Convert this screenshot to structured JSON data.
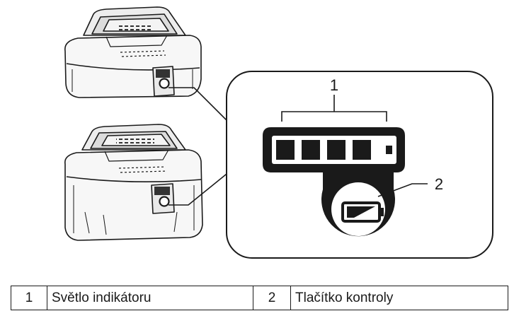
{
  "callouts": {
    "indicator_number": "1",
    "button_number": "2"
  },
  "legend": [
    {
      "number": "1",
      "label": "Světlo indikátoru"
    },
    {
      "number": "2",
      "label": "Tlačítko kontroly"
    }
  ]
}
